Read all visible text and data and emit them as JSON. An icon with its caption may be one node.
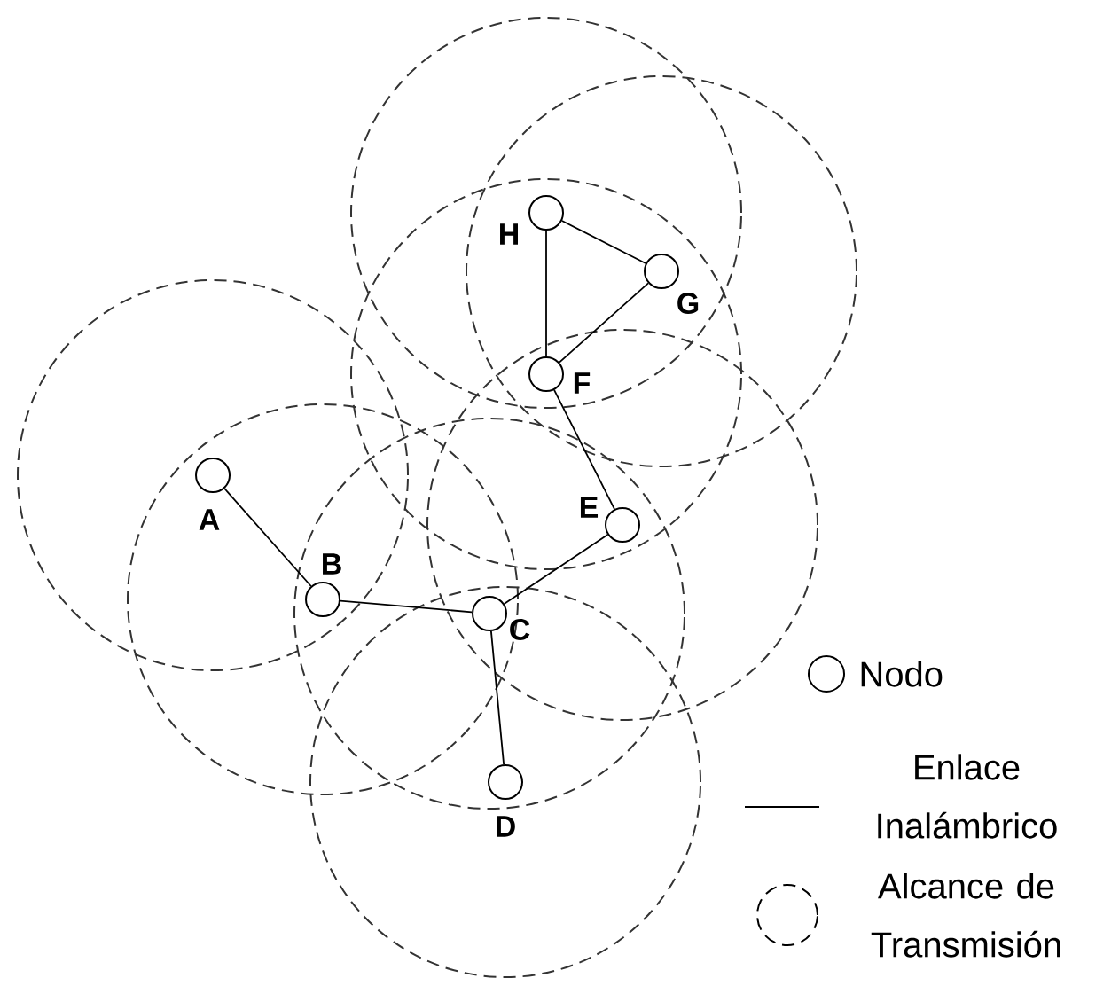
{
  "diagram": {
    "nodes": [
      {
        "text": [],
        "shape": "circle",
        "beside": [
          "A"
        ]
      },
      {
        "text": [],
        "shape": "circle",
        "beside": [
          "B"
        ]
      },
      {
        "text": [],
        "shape": "circle",
        "beside": [
          "C"
        ]
      },
      {
        "text": [],
        "shape": "circle",
        "beside": [
          "D"
        ]
      },
      {
        "text": [],
        "shape": "circle",
        "beside": [
          "E"
        ]
      },
      {
        "text": [],
        "shape": "circle",
        "beside": [
          "F"
        ]
      },
      {
        "text": [],
        "shape": "circle",
        "beside": [
          "G"
        ]
      },
      {
        "text": [],
        "shape": "circle",
        "beside": [
          "H"
        ]
      }
    ],
    "edges": [
      {
        "from": 0,
        "to": 1,
        "arrow": "none"
      },
      {
        "from": 1,
        "to": 2,
        "arrow": "none"
      },
      {
        "from": 2,
        "to": 4,
        "arrow": "none"
      },
      {
        "from": 2,
        "to": 3,
        "arrow": "none"
      },
      {
        "from": 4,
        "to": 5,
        "arrow": "none"
      },
      {
        "from": 5,
        "to": 7,
        "arrow": "none"
      },
      {
        "from": 5,
        "to": 6,
        "arrow": "none"
      },
      {
        "from": 7,
        "to": 6,
        "arrow": "none"
      }
    ],
    "legend": [
      {
        "text": "Nodo"
      },
      {
        "text": "Enlace Inalámbrico"
      },
      {
        "text": "Alcance de Transmisión"
      }
    ]
  }
}
